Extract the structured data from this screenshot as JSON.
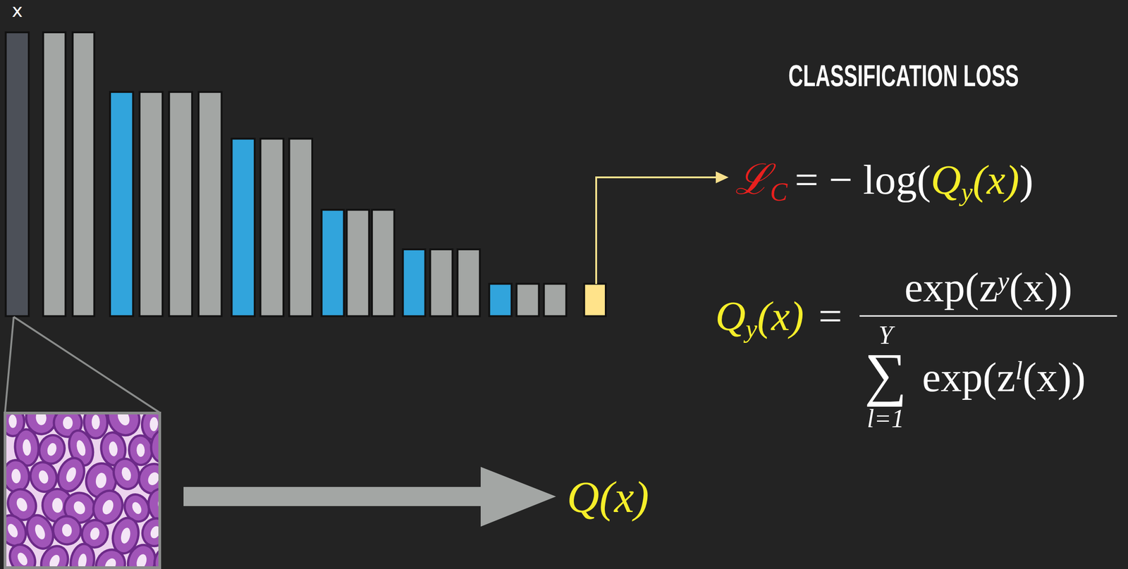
{
  "diagram": {
    "title": "CLASSIFICATION LOSS",
    "labels": [
      "x",
      "ℒ",
      "C",
      "= − log(",
      "Q",
      "y",
      "(x)",
      ")",
      "Q",
      "y",
      "(x)",
      "=",
      "exp(z",
      "y",
      "(x))",
      "Y",
      "∑",
      "l=1",
      "exp(z",
      "l",
      "(x))",
      "Q(x)"
    ]
  }
}
